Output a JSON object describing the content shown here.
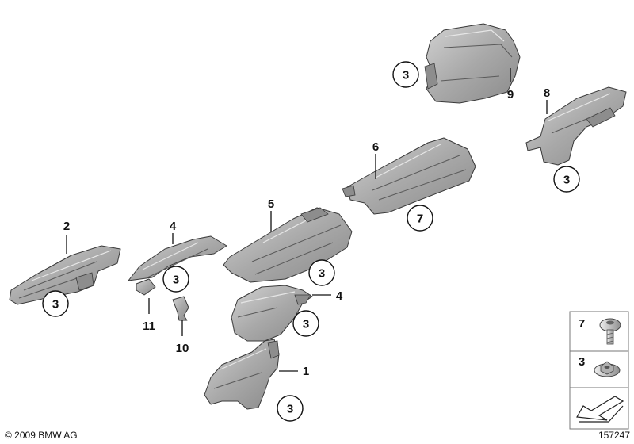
{
  "part_labels": {
    "p1": "1",
    "p2": "2",
    "p4a": "4",
    "p4b": "4",
    "p5": "5",
    "p6": "6",
    "p8": "8",
    "p9": "9",
    "p10": "10",
    "p11": "11"
  },
  "callouts": {
    "c_left": "3",
    "c_p4": "3",
    "c_p5": "3",
    "c_p4b": "3",
    "c_p1": "3",
    "c_p6": "7",
    "c_p9": "3",
    "c_p8": "3"
  },
  "legend": {
    "row1_label": "7",
    "row2_label": "3"
  },
  "footer": {
    "copyright": "© 2009 BMW AG",
    "diagram_number": "157247"
  }
}
